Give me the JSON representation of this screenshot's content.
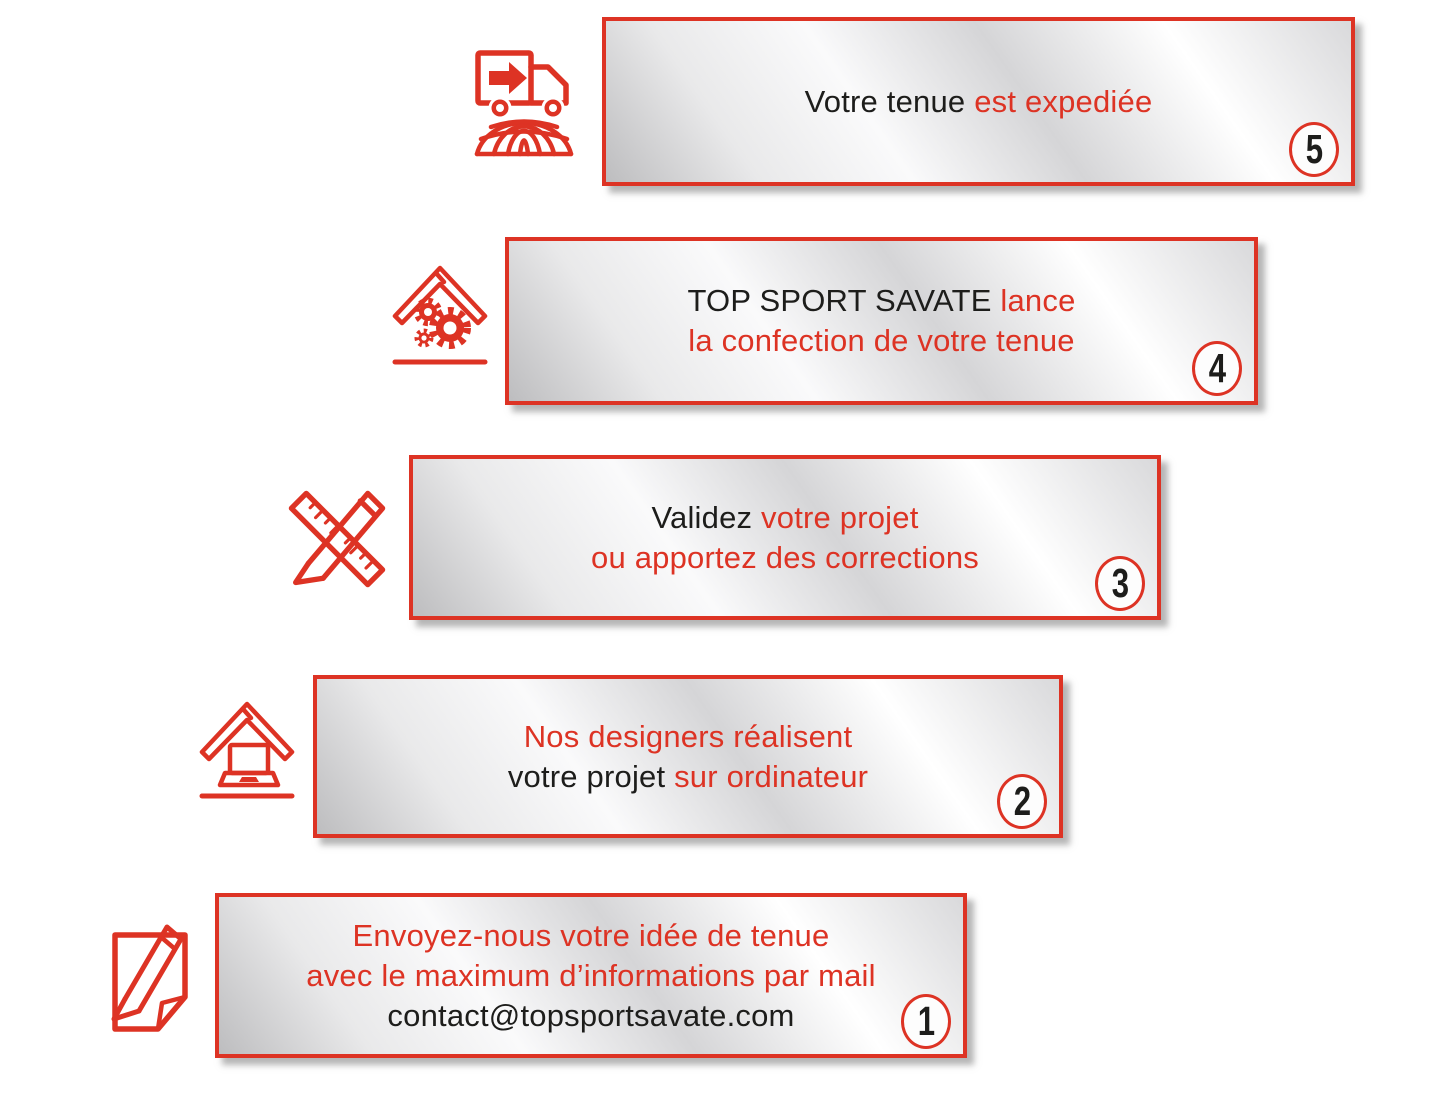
{
  "colors": {
    "red": "#dd3324",
    "black": "#1d1d1b"
  },
  "steps": [
    {
      "number": "1",
      "icon": "note-pencil-icon",
      "lines": [
        {
          "segments": [
            {
              "text": "Envoyez-nous votre idée de tenue",
              "color": "red"
            }
          ]
        },
        {
          "segments": [
            {
              "text": "avec le maximum d’informations par mail",
              "color": "red"
            }
          ]
        },
        {
          "segments": [
            {
              "text": "contact@topsportsavate.com",
              "color": "black"
            }
          ]
        }
      ]
    },
    {
      "number": "2",
      "icon": "house-laptop-icon",
      "lines": [
        {
          "segments": [
            {
              "text": "Nos designers réalisent",
              "color": "red"
            }
          ]
        },
        {
          "segments": [
            {
              "text": "votre projet ",
              "color": "black"
            },
            {
              "text": "sur ordinateur",
              "color": "red"
            }
          ]
        }
      ]
    },
    {
      "number": "3",
      "icon": "pencil-ruler-icon",
      "lines": [
        {
          "segments": [
            {
              "text": "Validez ",
              "color": "black"
            },
            {
              "text": "votre projet",
              "color": "red"
            }
          ]
        },
        {
          "segments": [
            {
              "text": "ou apportez des corrections",
              "color": "red"
            }
          ]
        }
      ]
    },
    {
      "number": "4",
      "icon": "house-gears-icon",
      "lines": [
        {
          "segments": [
            {
              "text": "TOP SPORT SAVATE ",
              "color": "black"
            },
            {
              "text": "lance",
              "color": "red"
            }
          ]
        },
        {
          "segments": [
            {
              "text": "la confection de votre tenue",
              "color": "red"
            }
          ]
        }
      ]
    },
    {
      "number": "5",
      "icon": "delivery-truck-globe-icon",
      "lines": [
        {
          "segments": [
            {
              "text": "Votre tenue ",
              "color": "black"
            },
            {
              "text": "est expediée",
              "color": "red"
            }
          ]
        }
      ]
    }
  ]
}
